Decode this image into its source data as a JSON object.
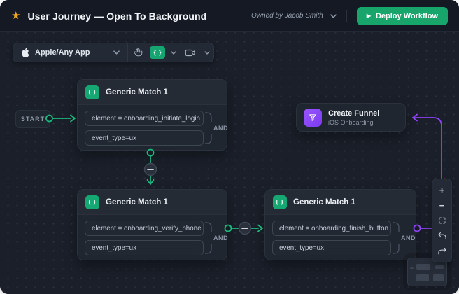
{
  "header": {
    "star_icon": "★",
    "title": "User Journey — Open To Background",
    "owned_by": "Owned by Jacob Smith",
    "deploy_button": {
      "play_icon": "▶",
      "label": "Deploy Workflow"
    }
  },
  "toolbar": {
    "app_selector": {
      "label": "Apple/Any App"
    },
    "braces_tool_label": "{ }"
  },
  "nodes": {
    "start": {
      "label": "START"
    },
    "match1": {
      "icon_label": "{ }",
      "title": "Generic Match 1",
      "conditions": [
        "element = onboarding_initiate_login",
        "event_type=ux"
      ],
      "operator": "AND"
    },
    "match2": {
      "icon_label": "{ }",
      "title": "Generic Match 1",
      "conditions": [
        "element = onboarding_verify_phone",
        "event_type=ux"
      ],
      "operator": "AND"
    },
    "match3": {
      "icon_label": "{ }",
      "title": "Generic Match 1",
      "conditions": [
        "element = onboarding_finish_button",
        "event_type=ux"
      ],
      "operator": "AND"
    },
    "funnel": {
      "title": "Create Funnel",
      "subtitle": "iOS Onboarding"
    }
  },
  "zoom_toolbar": {
    "zoom_in": "+",
    "zoom_out": "−"
  },
  "colors": {
    "accent_green": "#1cb97e",
    "accent_purple": "#8d42f4",
    "star_amber": "#f0a427",
    "deploy_green": "#17a56b",
    "canvas_bg": "#1a1f29",
    "topbar_bg": "#141923",
    "node_bg": "#20262f"
  }
}
